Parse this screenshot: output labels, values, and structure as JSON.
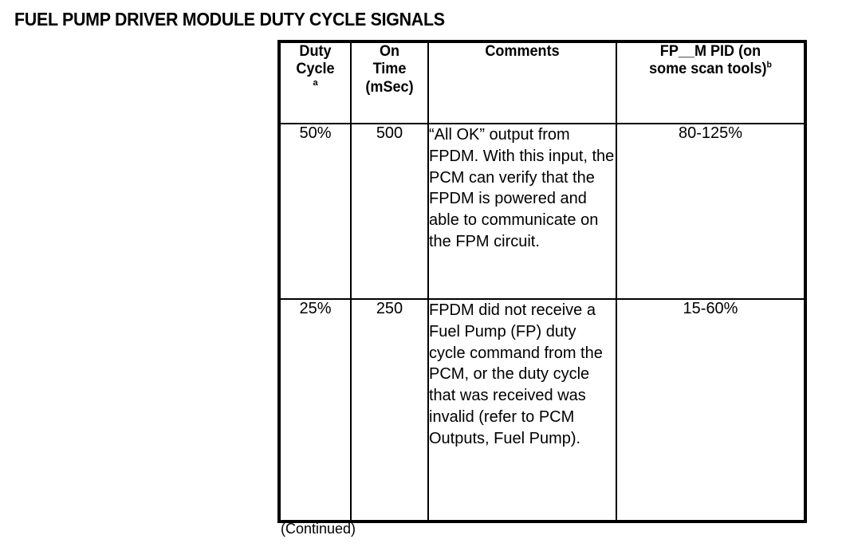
{
  "page": {
    "title": "FUEL PUMP DRIVER MODULE DUTY CYCLE SIGNALS",
    "continued_label": "(Continued)"
  },
  "table": {
    "columns": [
      {
        "key": "duty_cycle",
        "header_line1": "Duty",
        "header_line2": "Cycle",
        "footnote": "a"
      },
      {
        "key": "on_time",
        "header_line1": "On",
        "header_line2": "Time",
        "header_line3": "(mSec)",
        "footnote": ""
      },
      {
        "key": "comments",
        "header_line1": "Comments",
        "footnote": ""
      },
      {
        "key": "fp_m_pid",
        "header_line1": "FP__M PID (on",
        "header_line2": "some scan tools)",
        "footnote": "b"
      }
    ],
    "rows": [
      {
        "duty_cycle": "50%",
        "on_time": "500",
        "comments": "“All OK” output from FPDM. With this input, the PCM can verify that the FPDM is powered and able to communicate on the FPM circuit.",
        "fp_m_pid": "80-125%"
      },
      {
        "duty_cycle": "25%",
        "on_time": "250",
        "comments": "FPDM did not receive a Fuel Pump (FP) duty cycle command from the PCM, or the duty cycle that was received was invalid (refer to PCM Outputs, Fuel Pump).",
        "fp_m_pid": "15-60%"
      }
    ]
  }
}
